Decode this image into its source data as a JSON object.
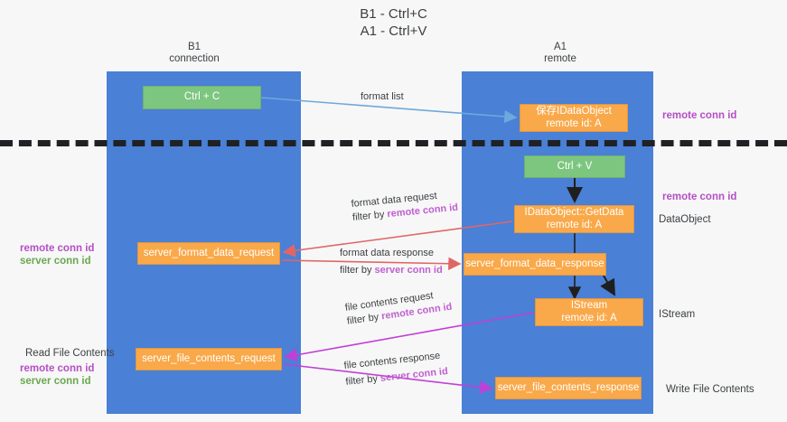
{
  "title": "B1 - Ctrl+C\nA1 - Ctrl+V",
  "columns": {
    "b1": "B1\nconnection",
    "a1": "A1\nremote"
  },
  "nodes": {
    "ctrl_c": "Ctrl + C",
    "save_idataobject_l1": "保存IDataObject",
    "save_idataobject_l2": "remote id: A",
    "ctrl_v": "Ctrl + V",
    "getdata_l1": "IDataObject::GetData",
    "getdata_l2": "remote id: A",
    "server_format_data_request": "server_format_data_request",
    "server_format_data_response": "server_format_data_response",
    "istream_l1": "IStream",
    "istream_l2": "remote id: A",
    "server_file_contents_request": "server_file_contents_request",
    "server_file_contents_response": "server_file_contents_response"
  },
  "edge_labels": {
    "format_list": "format list",
    "format_data_request": "format data request",
    "filter_by": "filter by ",
    "remote_conn_id": "remote conn id",
    "format_data_response": "format data response",
    "server_conn_id": "server conn id",
    "file_contents_request": "file contents request",
    "file_contents_response": "file contents response"
  },
  "side_labels": {
    "remote_conn_id_top": "remote conn id",
    "remote_conn_id_mid": "remote conn id",
    "dataobject": "DataObject",
    "istream": "IStream",
    "write_file_contents": "Write File Contents",
    "read_file_contents": "Read File Contents",
    "left_remote_conn_id": "remote conn id",
    "left_server_conn_id": "server conn id",
    "left_remote_conn_id_2": "remote conn id",
    "left_server_conn_id_2": "server conn id"
  },
  "colors": {
    "lane": "#4a80d6",
    "green_node": "#7dc67f",
    "orange_node": "#f9a94a",
    "purple": "#b44fc4",
    "green_text": "#6aa84f",
    "blue_arrow": "#6fa8dc",
    "red_arrow": "#e06666",
    "magenta_arrow": "#c23fd6",
    "background": "#f7f7f7",
    "divider": "#202124"
  }
}
